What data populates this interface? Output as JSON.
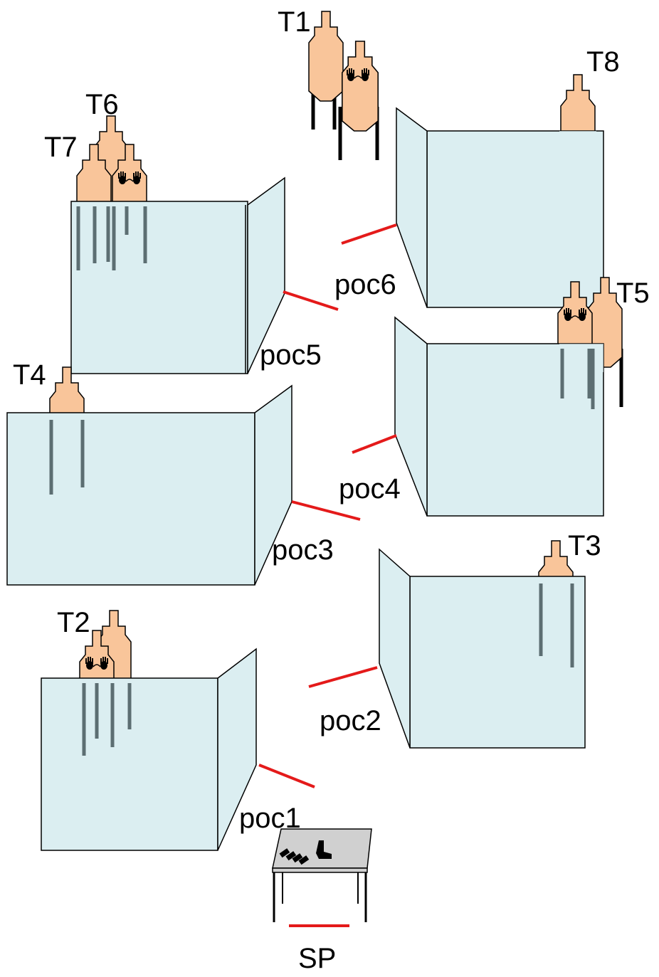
{
  "diagram": {
    "targets": [
      {
        "id": "t1",
        "label": "T1",
        "no_shoot": true
      },
      {
        "id": "t2",
        "label": "T2",
        "no_shoot": true
      },
      {
        "id": "t3",
        "label": "T3",
        "no_shoot": false
      },
      {
        "id": "t4",
        "label": "T4",
        "no_shoot": false
      },
      {
        "id": "t5",
        "label": "T5",
        "no_shoot": true
      },
      {
        "id": "t6",
        "label": "T6",
        "no_shoot": true
      },
      {
        "id": "t7",
        "label": "T7",
        "no_shoot": false
      },
      {
        "id": "t8",
        "label": "T8",
        "no_shoot": false
      }
    ],
    "points_of_cover": [
      "poc1",
      "poc2",
      "poc3",
      "poc4",
      "poc5",
      "poc6"
    ],
    "start_position": "SP",
    "colors": {
      "wall": "#dbeef1",
      "target": "#f9c59a",
      "fault_line": "#e41a1a",
      "table": "#d0d0d0"
    },
    "icons": [
      "hands-icon",
      "pistol-icon",
      "magazines-icon"
    ]
  }
}
